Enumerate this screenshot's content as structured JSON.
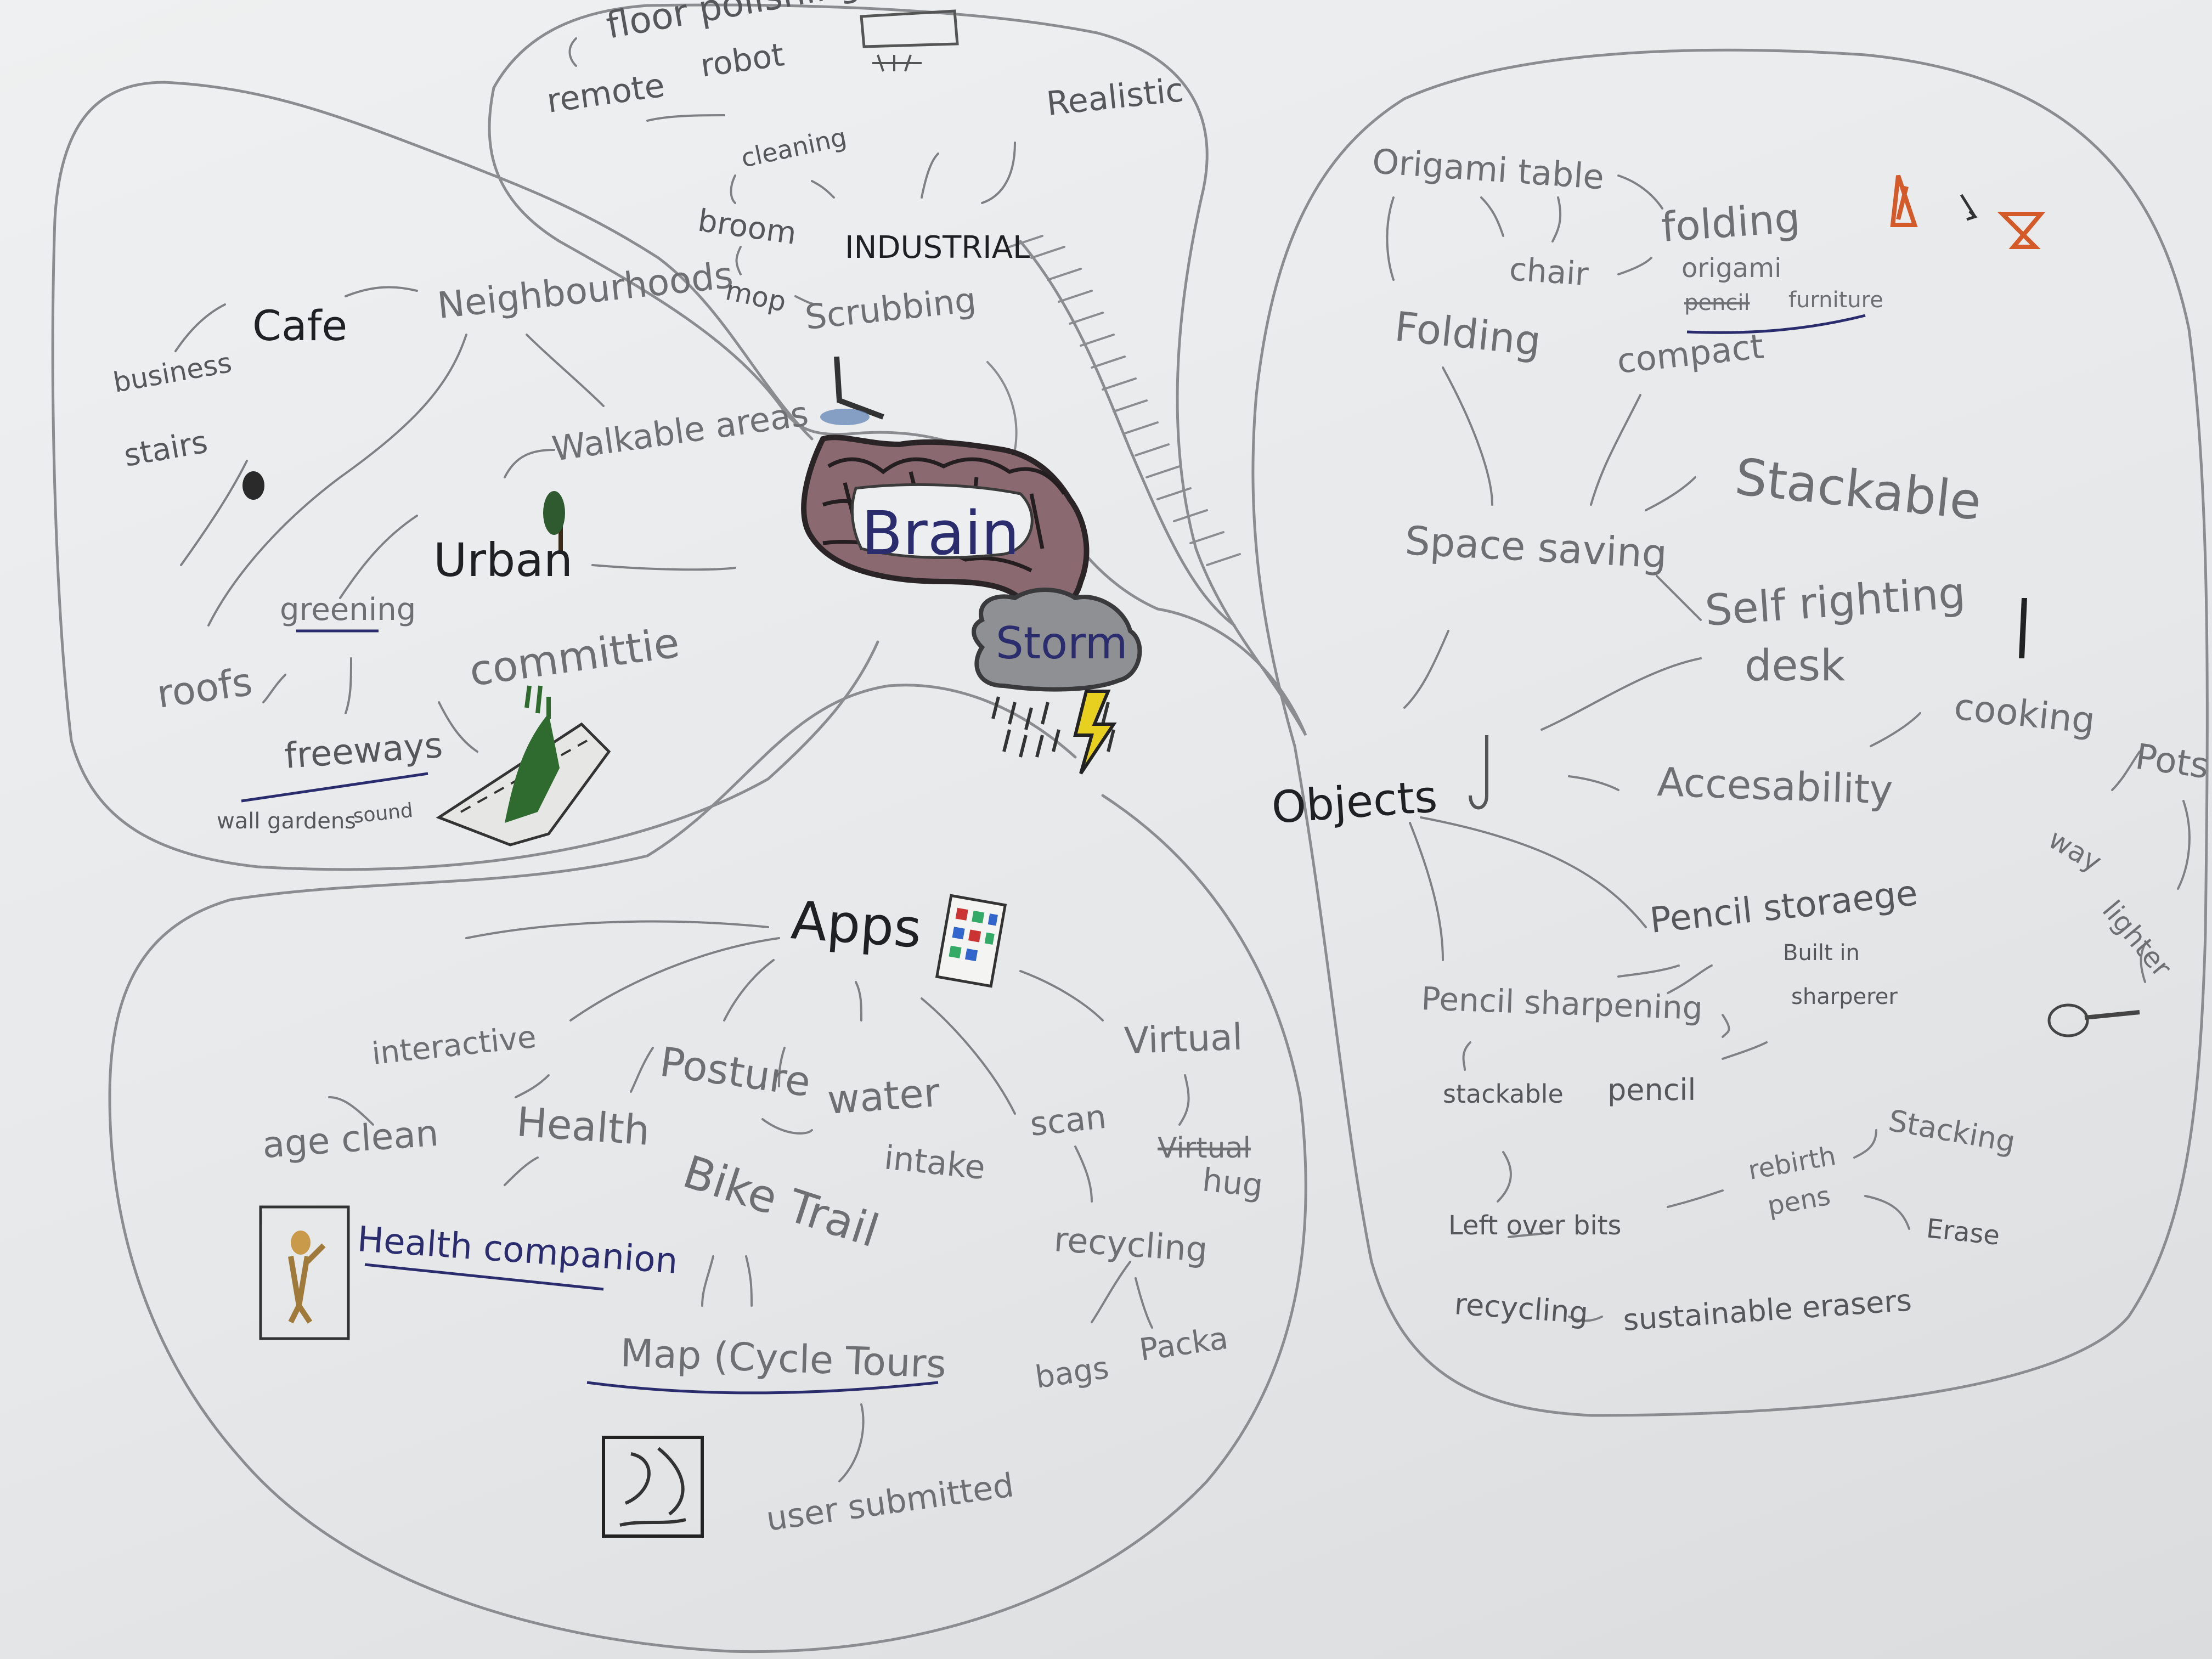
{
  "diagram": {
    "center": {
      "brain": "Brain",
      "storm": "Storm"
    },
    "regions": {
      "urban": {
        "title": "Urban",
        "nodes": {
          "cafe": "Cafe",
          "business_stairs_line1": "business",
          "business_stairs_line2": "stairs",
          "neighbourhoods": "Neighbourhoods",
          "walkable_areas": "Walkable areas",
          "greening": "greening",
          "roofs": "roofs",
          "freeways": "freeways",
          "wall_gardens": "wall gardens",
          "sound": "sound",
          "committee": "committie"
        }
      },
      "industrial": {
        "title": "INDUSTRIAL",
        "nodes": {
          "floor_polishing": "floor polishing",
          "remote": "remote",
          "robot": "robot",
          "cleaning": "cleaning",
          "broom": "broom",
          "mop": "mop",
          "scrubbing": "Scrubbing",
          "realistic": "Realistic"
        }
      },
      "objects": {
        "title": "Objects",
        "nodes": {
          "origami_table": "Origami table",
          "chair": "chair",
          "folding_1": "folding",
          "origami": "origami",
          "pencil": "pencil",
          "furniture": "furniture",
          "folding_2": "Folding",
          "compact": "compact",
          "stackable": "Stackable",
          "space_saving": "Space saving",
          "self_righting_line1": "Self righting",
          "self_righting_line2": "desk",
          "cooking": "cooking",
          "pots": "Pots",
          "way_lighter_line1": "way",
          "way_lighter_line2": "lighter",
          "accessibility": "Accesability",
          "pencil_storage": "Pencil storaege",
          "built_in_line1": "Built in",
          "built_in_line2": "sharperer",
          "pencil_sharpening": "Pencil sharpening",
          "stackable_pencil_1": "stackable",
          "stackable_pencil_2": "pencil",
          "rebirth_line1": "rebirth",
          "rebirth_line2": "pens",
          "stacking": "Stacking",
          "erase": "Erase",
          "left_over_bits": "Left over bits",
          "recycling": "recycling",
          "sustainable_erasers": "sustainable erasers"
        }
      },
      "apps": {
        "title": "Apps",
        "nodes": {
          "interactive": "interactive",
          "age_clean": "age clean",
          "health": "Health",
          "health_companion": "Health companion",
          "posture": "Posture",
          "water_intake_line1": "water",
          "water_intake_line2": "intake",
          "scan": "scan",
          "virtual": "Virtual",
          "virtual_struck": "Virtual",
          "hug": "hug",
          "bike_trail": "Bike Trail",
          "recycling": "recycling",
          "map_cycle_tours": "Map (Cycle Tours",
          "bags": "bags",
          "packa": "Packa",
          "user_submitted": "user submitted"
        }
      }
    }
  }
}
